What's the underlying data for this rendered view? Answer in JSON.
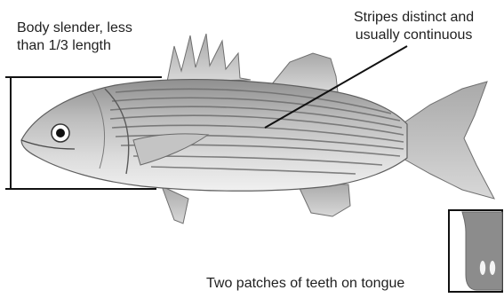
{
  "annotations": {
    "body": {
      "line1": "Body slender, less",
      "line2": "than 1/3 length"
    },
    "stripes": {
      "line1": "Stripes distinct and",
      "line2": "usually continuous"
    },
    "teeth": "Two patches of teeth on tongue"
  },
  "colors": {
    "fish_body": "#c9c9c9",
    "fish_belly": "#ececec",
    "fish_back": "#9a9a9a",
    "stripe": "#6d6d6d",
    "line": "#111111",
    "tongue_fill": "#8c8c8c",
    "tooth": "#f4f4f4"
  }
}
